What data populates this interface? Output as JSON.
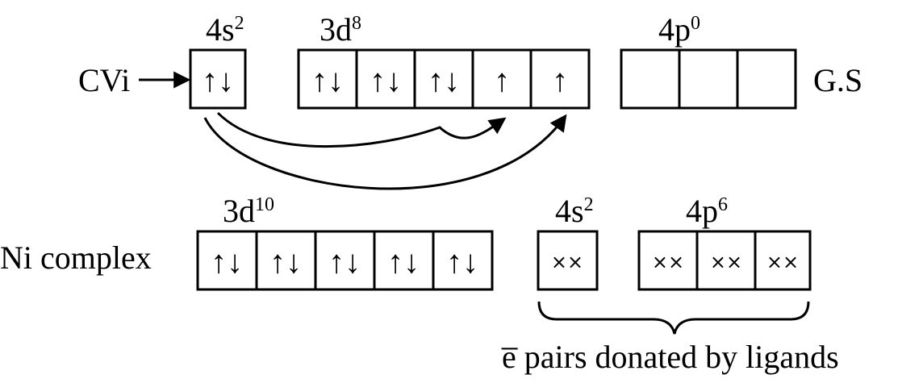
{
  "ground_state": {
    "atom_label": "CVi",
    "state_label": "G.S",
    "orbitals": [
      {
        "base": "4s",
        "exp": "2",
        "boxes": [
          "↑↓"
        ]
      },
      {
        "base": "3d",
        "exp": "8",
        "boxes": [
          "↑↓",
          "↑↓",
          "↑↓",
          "↑",
          "↑"
        ]
      },
      {
        "base": "4p",
        "exp": "0",
        "boxes": [
          "",
          "",
          ""
        ]
      }
    ]
  },
  "complex": {
    "label": "Ni complex",
    "orbitals": [
      {
        "base": "3d",
        "exp": "10",
        "boxes": [
          "↑↓",
          "↑↓",
          "↑↓",
          "↑↓",
          "↑↓"
        ]
      },
      {
        "base": "4s",
        "exp": "2",
        "boxes": [
          "××"
        ]
      },
      {
        "base": "4p",
        "exp": "6",
        "boxes": [
          "××",
          "××",
          "××"
        ]
      }
    ],
    "brace_caption": "e̅ pairs donated by ligands"
  }
}
